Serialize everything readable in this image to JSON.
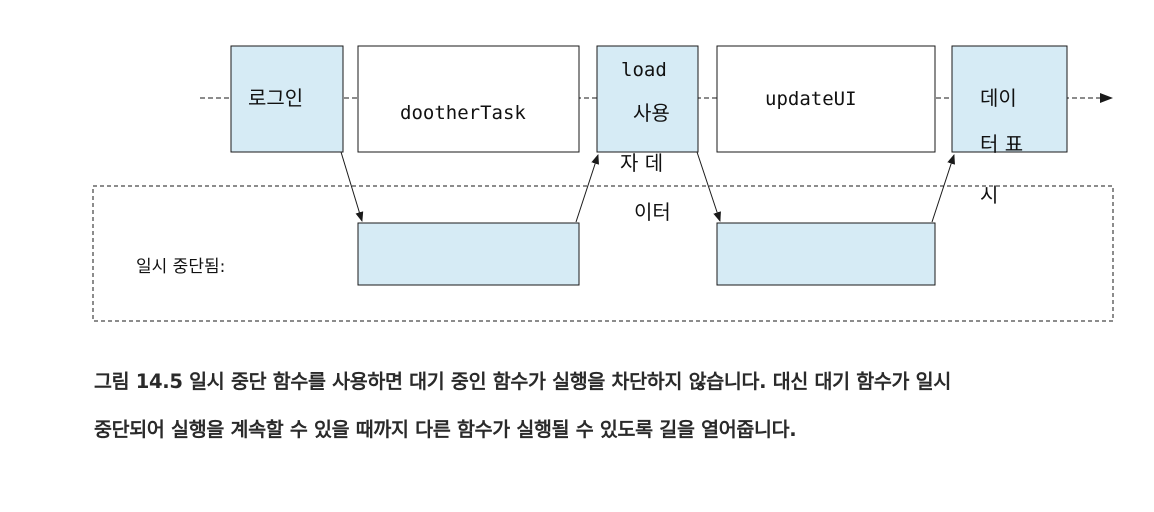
{
  "diagram": {
    "colors": {
      "blue_fill": "#d6ebf5",
      "white_fill": "#ffffff",
      "stroke": "#1a1a1a"
    },
    "boxes": {
      "login": "로그인",
      "other_task": "dootherTask",
      "load_code": "load",
      "load_user": "사용",
      "load_data_1": "자 데",
      "load_data_2": "이터",
      "update_ui": "updateUI",
      "display_1": "데이",
      "display_2": "터 표",
      "display_3": "시"
    },
    "suspended_label": "일시 중단됨:"
  },
  "caption": {
    "line1": "그림 14.5 일시 중단 함수를 사용하면 대기 중인 함수가 실행을 차단하지 않습니다. 대신 대기 함수가 일시",
    "line2": "중단되어 실행을 계속할 수 있을 때까지 다른 함수가 실행될 수 있도록 길을 열어줍니다."
  }
}
